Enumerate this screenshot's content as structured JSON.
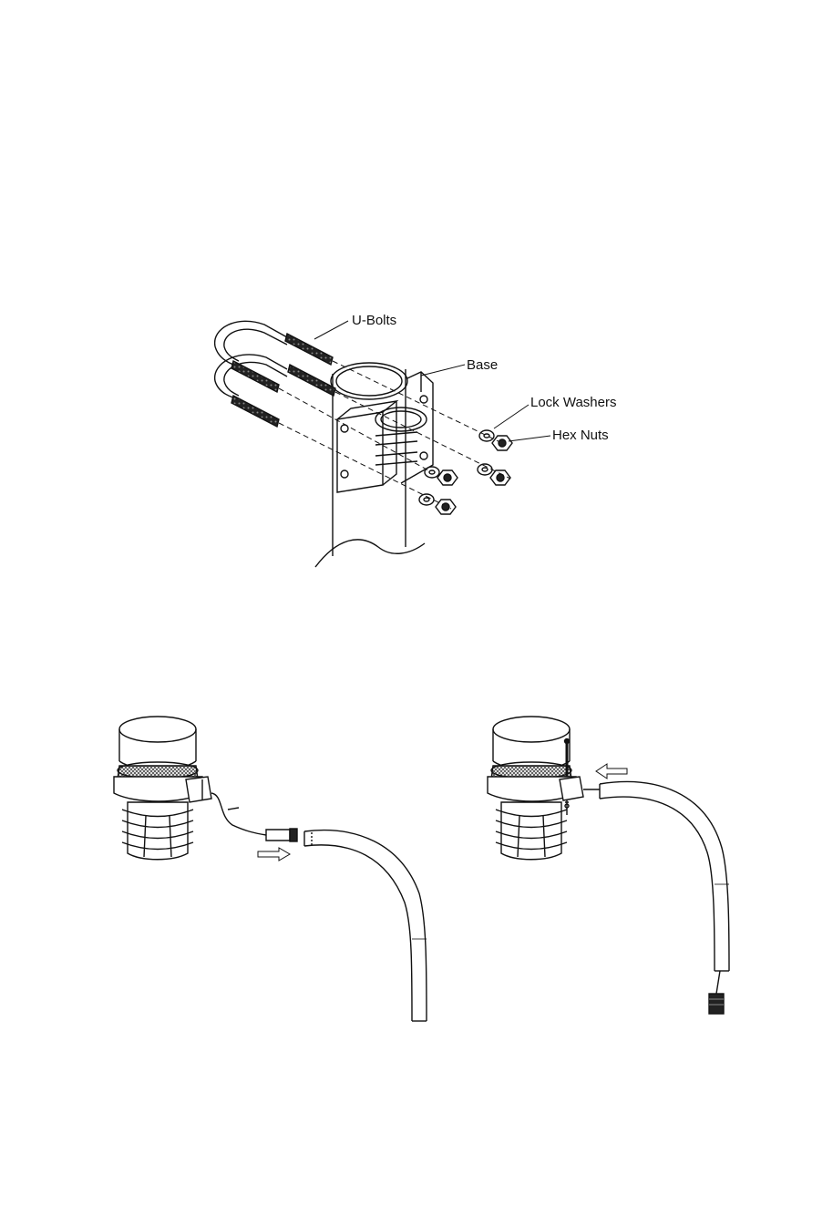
{
  "figure_mount": {
    "labels": {
      "u_bolts": "U-Bolts",
      "base": "Base",
      "lock_washers": "Lock Washers",
      "hex_nuts": "Hex Nuts"
    }
  },
  "colors": {
    "line": "#111111",
    "thread": "#333333",
    "mesh": "#555555",
    "background": "#ffffff"
  }
}
